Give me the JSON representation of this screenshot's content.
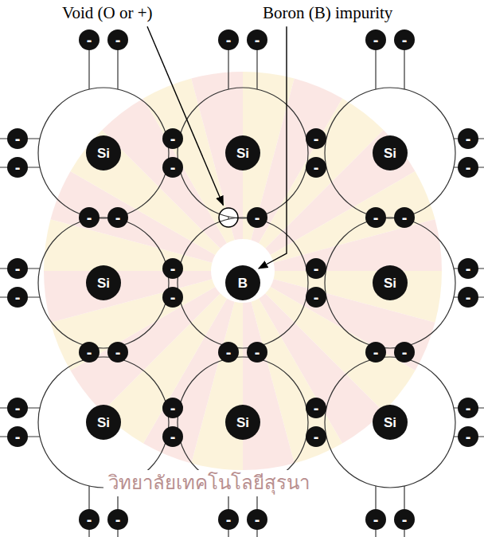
{
  "diagram": {
    "nodes": [
      {
        "text": [
          "-"
        ]
      },
      {
        "text": [
          "-"
        ]
      },
      {
        "text": [
          "-"
        ]
      },
      {
        "text": [
          "-"
        ]
      },
      {
        "text": [
          "-"
        ]
      },
      {
        "text": [
          "-"
        ]
      },
      {
        "text": [
          "-"
        ]
      },
      {
        "text": [
          "-"
        ]
      },
      {
        "text": [
          "-"
        ]
      },
      {
        "text": [
          "-"
        ]
      },
      {
        "text": [
          "Si"
        ]
      },
      {
        "text": [
          "Si"
        ]
      },
      {
        "text": [
          "Si"
        ]
      },
      {
        "text": [
          "-"
        ]
      },
      {
        "text": [
          "-"
        ]
      },
      {
        "text": [
          "-"
        ]
      },
      {
        "text": [
          "-"
        ]
      },
      {
        "text": [
          "-"
        ]
      },
      {
        "text": [
          "-"
        ]
      },
      {
        "text": [
          "-"
        ]
      },
      {
        "text": [
          "-"
        ]
      },
      {
        "text": [
          "-"
        ]
      },
      {
        "text": [
          "-"
        ]
      },
      {
        "text": [
          "-"
        ]
      },
      {
        "text": [
          "-"
        ]
      },
      {
        "text": [
          "-"
        ]
      },
      {
        "text": [
          "Si"
        ]
      },
      {
        "text": [
          "B"
        ]
      },
      {
        "text": [
          "Si"
        ]
      },
      {
        "text": [
          "-"
        ]
      },
      {
        "text": [
          "-"
        ]
      },
      {
        "text": [
          "-"
        ]
      },
      {
        "text": [
          "-"
        ]
      },
      {
        "text": [
          "-"
        ]
      },
      {
        "text": [
          "-"
        ]
      },
      {
        "text": [
          "-"
        ]
      },
      {
        "text": [
          "-"
        ]
      },
      {
        "text": [
          "-"
        ]
      },
      {
        "text": [
          "-"
        ]
      },
      {
        "text": [
          "-"
        ]
      },
      {
        "text": [
          "-"
        ]
      },
      {
        "text": [
          "-"
        ]
      },
      {
        "text": [
          "-"
        ]
      },
      {
        "text": [
          "Si"
        ]
      },
      {
        "text": [
          "Si"
        ]
      },
      {
        "text": [
          "Si"
        ]
      },
      {
        "text": [
          "-"
        ]
      },
      {
        "text": [
          "-"
        ]
      },
      {
        "text": [
          "-"
        ]
      },
      {
        "text": [
          "-"
        ]
      },
      {
        "text": [
          "-"
        ]
      },
      {
        "text": [
          "-"
        ]
      },
      {
        "text": [
          "-"
        ]
      },
      {
        "text": [
          "-"
        ]
      },
      {
        "text": [
          "-"
        ]
      },
      {
        "text": [
          "-"
        ]
      }
    ],
    "labels": [
      "Void (O or +)",
      "Boron (B) impurity",
      "วิทยาลัยเทคโนโลยีสุรนา"
    ]
  }
}
